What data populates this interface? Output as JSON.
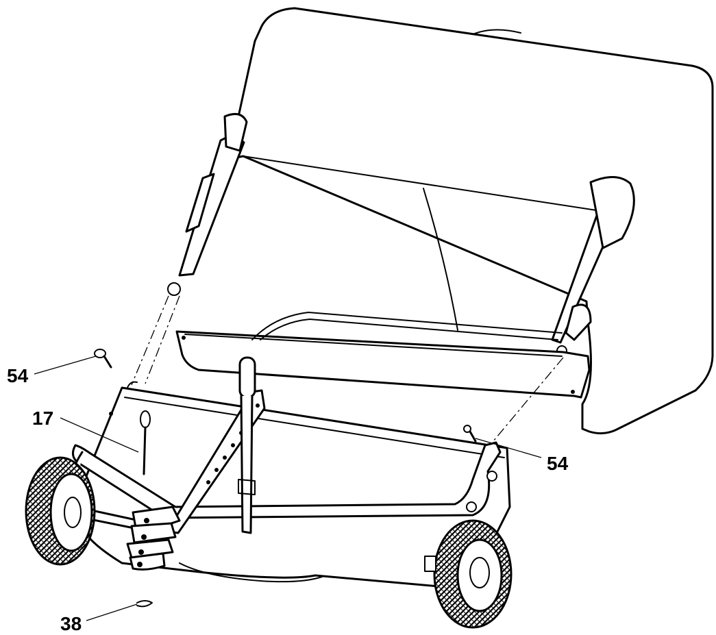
{
  "diagram": {
    "callouts": [
      {
        "id": "pin-left",
        "label": "54"
      },
      {
        "id": "hitch-pin",
        "label": "17"
      },
      {
        "id": "pin-right",
        "label": "54"
      },
      {
        "id": "clip",
        "label": "38"
      }
    ]
  }
}
